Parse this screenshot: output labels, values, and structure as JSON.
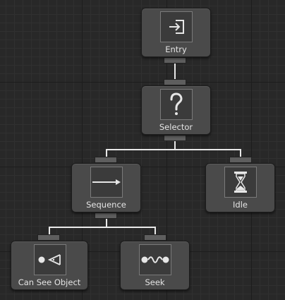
{
  "nodes": {
    "entry": {
      "label": "Entry",
      "icon": "entry-icon"
    },
    "selector": {
      "label": "Selector",
      "icon": "question-mark-icon",
      "glyph": "?"
    },
    "sequence": {
      "label": "Sequence",
      "icon": "arrow-right-icon"
    },
    "idle": {
      "label": "Idle",
      "icon": "hourglass-icon"
    },
    "can_see_object": {
      "label": "Can See Object",
      "icon": "eye-cone-icon"
    },
    "seek": {
      "label": "Seek",
      "icon": "seek-path-icon"
    }
  },
  "colors": {
    "background": "#282828",
    "node": "#4a4a4a",
    "wire": "#e8e8e8",
    "icon": "#e6e6e6"
  }
}
